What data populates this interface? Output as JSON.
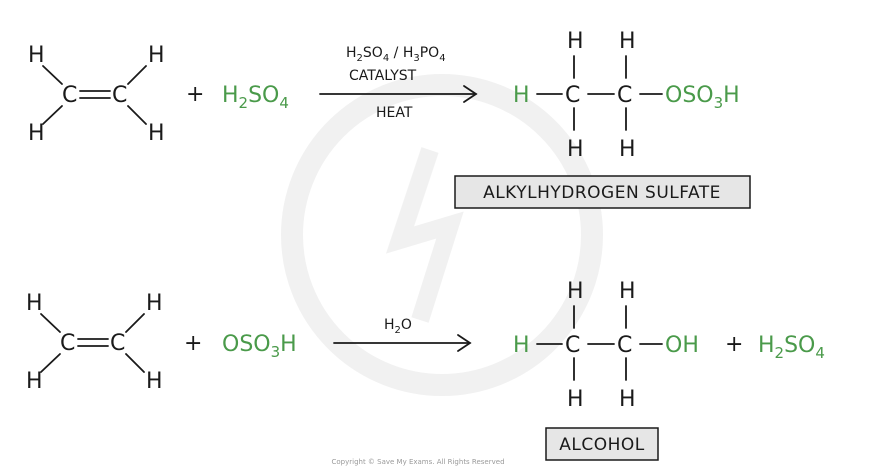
{
  "reaction1": {
    "alkene": {
      "c1": "C",
      "c2": "C",
      "h1": "H",
      "h2": "H",
      "h3": "H",
      "h4": "H"
    },
    "plus": "+",
    "reagent": {
      "base": "H",
      "sub1": "2",
      "mid": "SO",
      "sub2": "4"
    },
    "conditions": {
      "top": {
        "a": "H",
        "a_sub": "2",
        "b": "SO",
        "b_sub": "4",
        "sep": " / ",
        "c": "H",
        "c_sub": "3",
        "d": "PO",
        "d_sub": "4"
      },
      "middle": "CATALYST",
      "bottom": "HEAT"
    },
    "product": {
      "h_left": "H",
      "c1": "C",
      "c2": "C",
      "h_top1": "H",
      "h_top2": "H",
      "h_bot1": "H",
      "h_bot2": "H",
      "group": {
        "a": "OSO",
        "sub": "3",
        "b": "H"
      }
    },
    "product_label": "ALKYLHYDROGEN SULFATE"
  },
  "reaction2": {
    "alkene": {
      "c1": "C",
      "c2": "C",
      "h1": "H",
      "h2": "H",
      "h3": "H",
      "h4": "H"
    },
    "plus": "+",
    "reagent": {
      "a": "OSO",
      "sub": "3",
      "b": "H"
    },
    "conditions": {
      "top": {
        "a": "H",
        "a_sub": "2",
        "b": "O"
      }
    },
    "product": {
      "h_left": "H",
      "c1": "C",
      "c2": "C",
      "h_top1": "H",
      "h_top2": "H",
      "h_bot1": "H",
      "h_bot2": "H",
      "group": "OH"
    },
    "plus2": "+",
    "byproduct": {
      "base": "H",
      "sub1": "2",
      "mid": "SO",
      "sub2": "4"
    },
    "product_label": "ALCOHOL"
  },
  "copyright": "Copyright © Save My Exams. All Rights Reserved",
  "colors": {
    "green": "#4a9a4a",
    "ink": "#1a1a1a",
    "label_fill": "#e6e6e6"
  }
}
